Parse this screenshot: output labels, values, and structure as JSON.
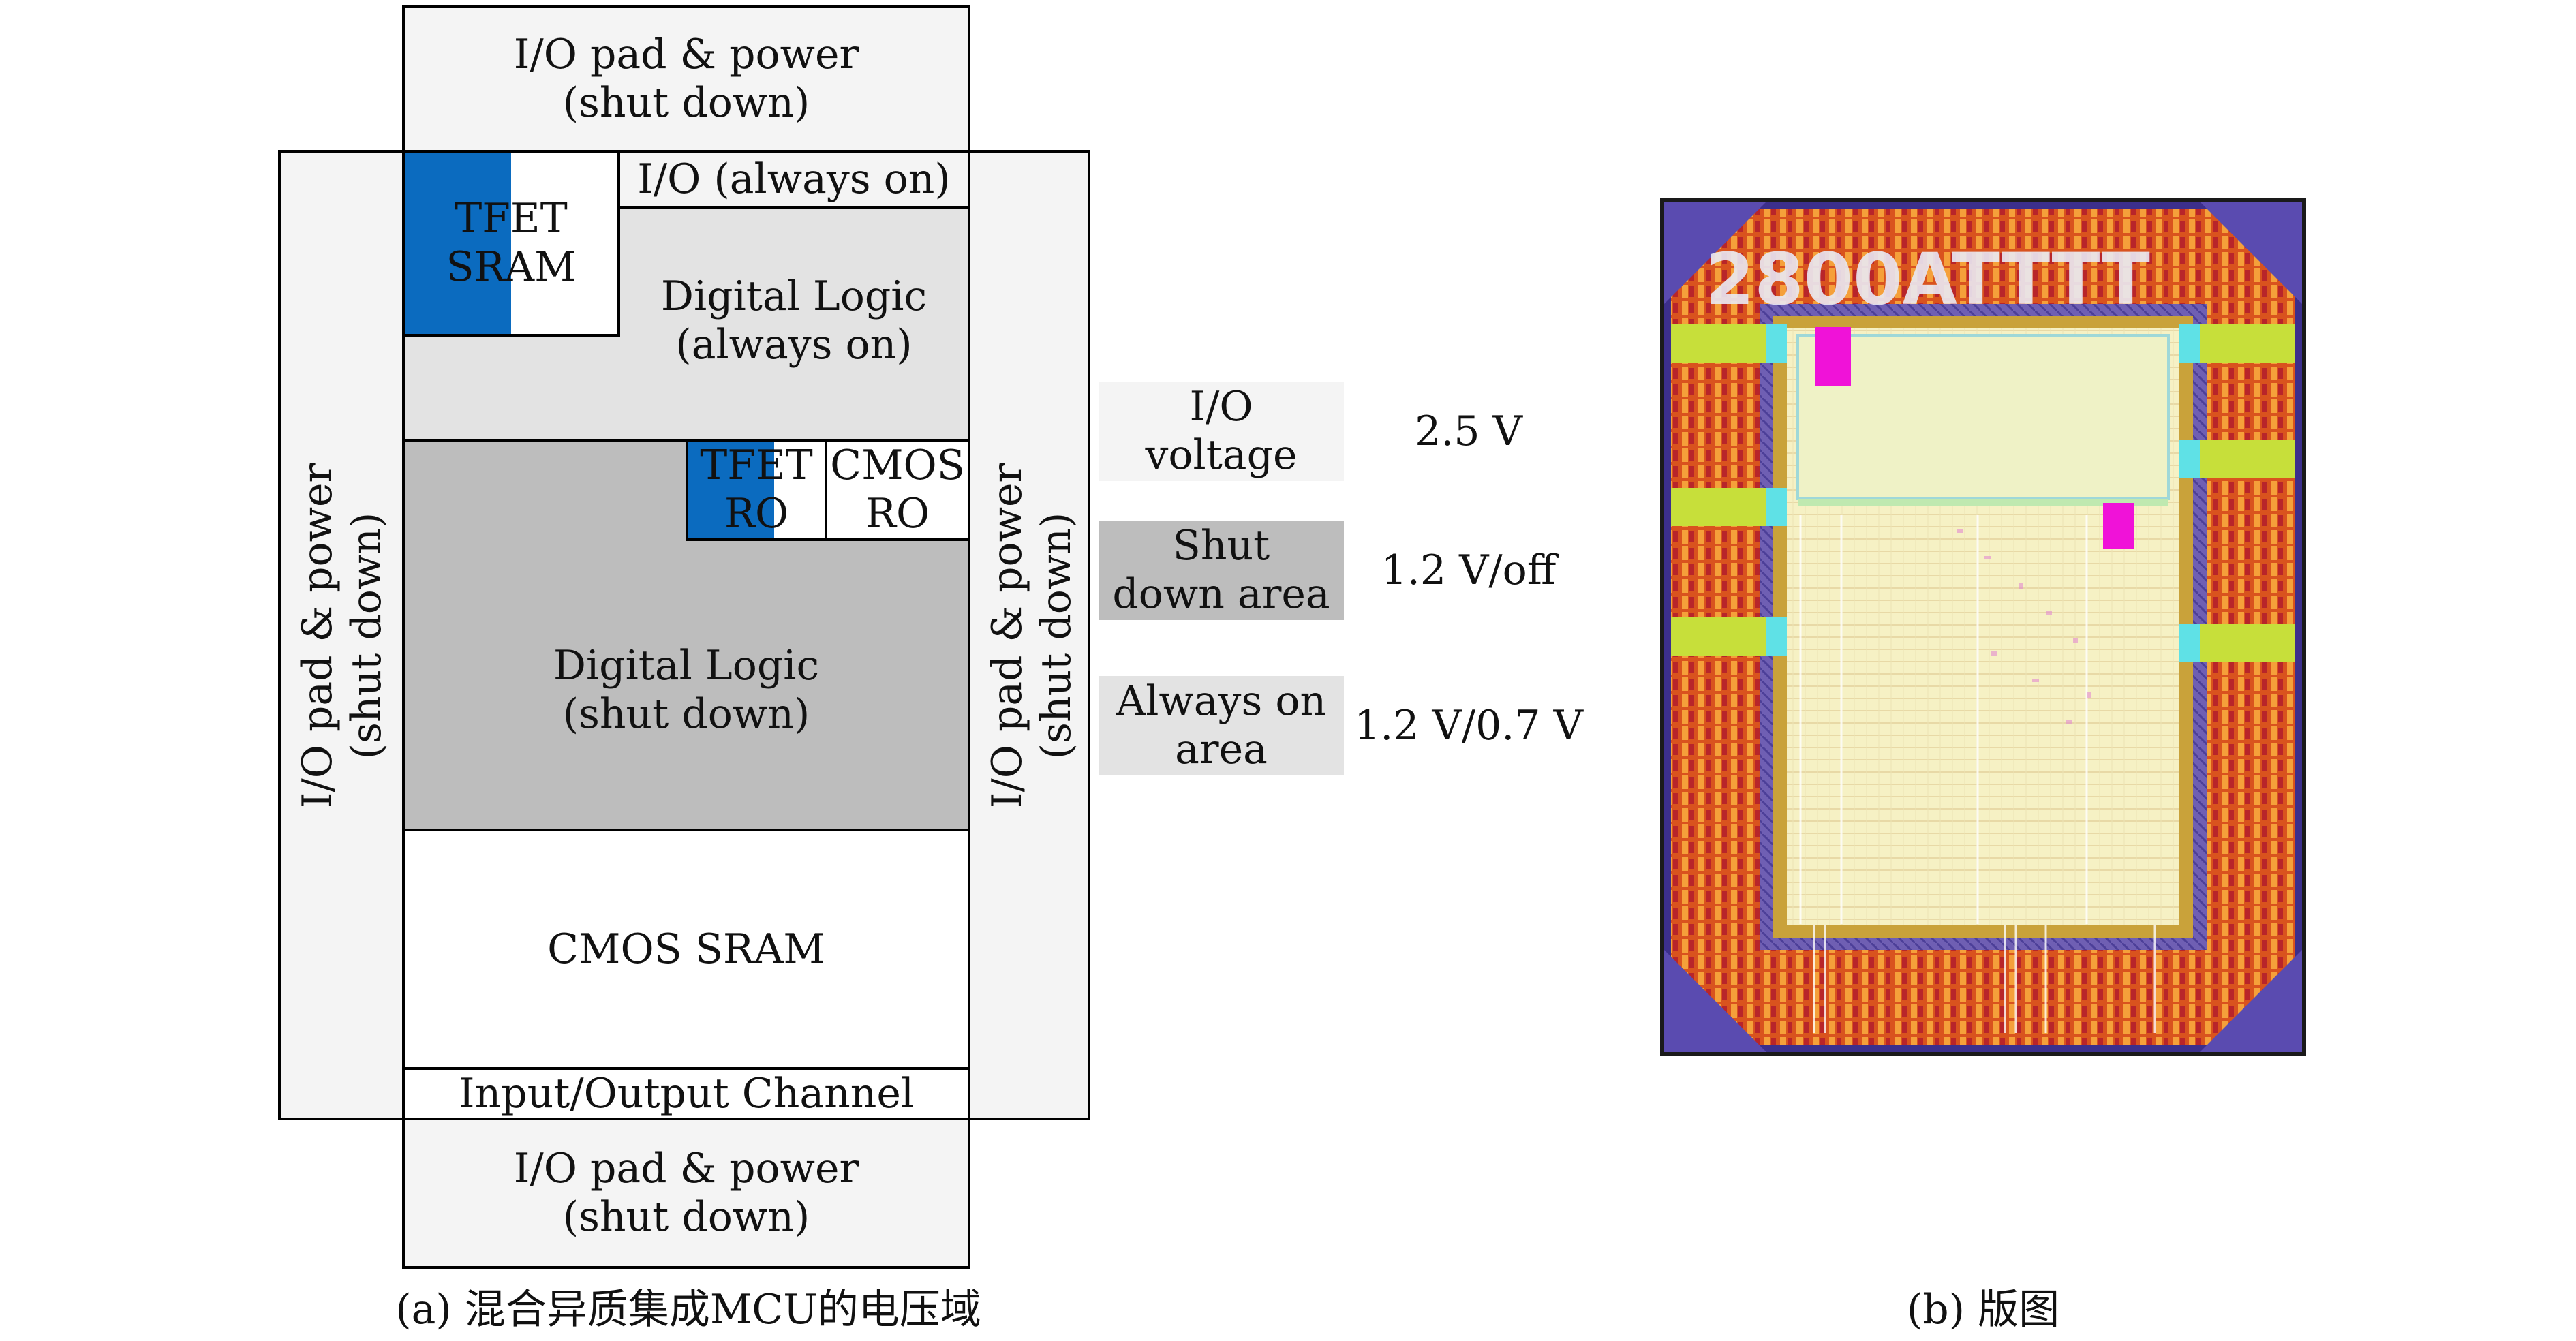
{
  "diagram": {
    "blocks": {
      "io_top": "I/O pad & power\n(shut down)",
      "io_left": "I/O pad & power\n(shut down)",
      "io_right": "I/O pad & power\n(shut down)",
      "io_bottom": "I/O pad & power\n(shut down)",
      "io_always_on": "I/O (always on)",
      "tfet_sram": "TFET\nSRAM",
      "digital_logic_always_on": "Digital Logic\n(always on)",
      "tfet_ro": "TFET\nRO",
      "cmos_ro": "CMOS\nRO",
      "digital_logic_shut_down": "Digital Logic\n(shut down)",
      "cmos_sram": "CMOS SRAM",
      "io_channel": "Input/Output Channel"
    },
    "legend": [
      {
        "label": "I/O\nvoltage",
        "value": "2.5 V",
        "color": "#f4f4f4"
      },
      {
        "label": "Shut\ndown area",
        "value": "1.2 V/off",
        "color": "#bdbdbd"
      },
      {
        "label": "Always on\narea",
        "value": "1.2 V/0.7 V",
        "color": "#e3e3e3"
      }
    ],
    "colors": {
      "io_region": "#f4f4f4",
      "always_on": "#e3e3e3",
      "shut_down": "#bdbdbd",
      "tfet": "#0b6bbf"
    }
  },
  "layout_image": {
    "chip_text": "2800ATTTT"
  },
  "captions": {
    "a": "(a) 混合异质集成MCU的电压域",
    "b": "(b) 版图"
  }
}
